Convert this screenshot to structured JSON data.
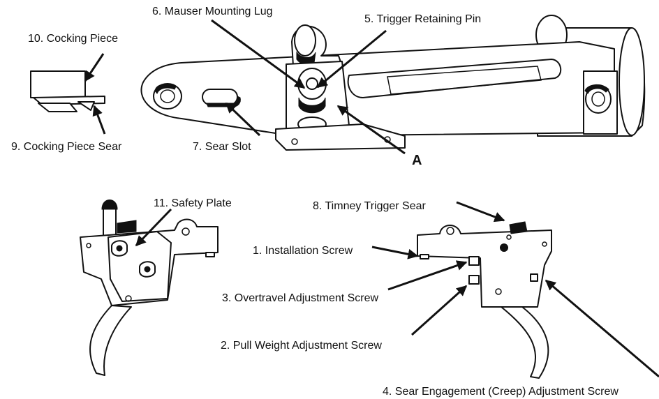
{
  "labels": {
    "l1": "1.  Installation Screw",
    "l2": "2.  Pull Weight Adjustment Screw",
    "l3": "3.  Overtravel Adjustment Screw",
    "l4": "4.  Sear Engagement (Creep) Adjustment Screw",
    "l5": "5.  Trigger Retaining Pin",
    "l6": "6.  Mauser Mounting Lug",
    "l7": "7.  Sear Slot",
    "l8": "8.  Timney Trigger Sear",
    "l9": "9.  Cocking Piece Sear",
    "l10": "10.  Cocking Piece",
    "l11": "11.  Safety Plate",
    "a": "A"
  }
}
